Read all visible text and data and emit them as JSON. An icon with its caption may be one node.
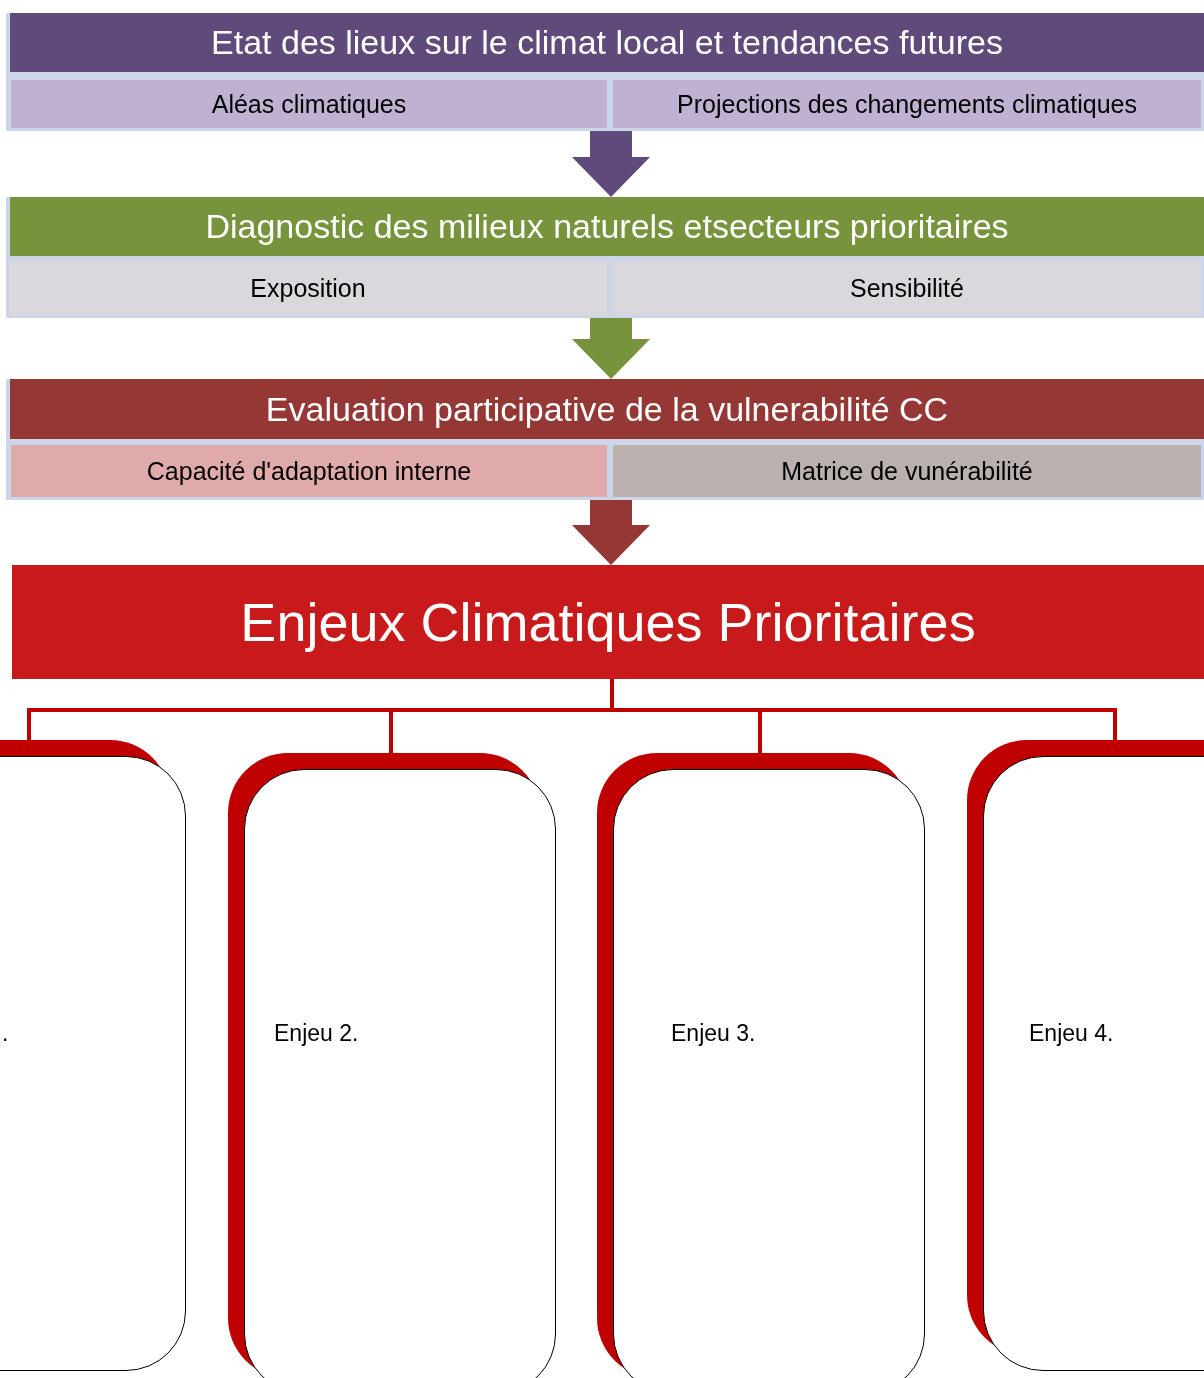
{
  "diagram": {
    "nodes": [
      {
        "text": [
          "Etat des lieux sur le climat local et tendances futures"
        ]
      },
      {
        "text": [
          "Aléas climatiques"
        ],
        "in": 0
      },
      {
        "text": [
          "Projections des changements climatiques"
        ],
        "in": 0
      },
      {
        "text": [
          "Diagnostic des milieux naturels etsecteurs prioritaires"
        ]
      },
      {
        "text": [
          "Exposition"
        ],
        "in": 3
      },
      {
        "text": [
          "Sensibilité"
        ],
        "in": 3
      },
      {
        "text": [
          "Evaluation participative de la vulnerabilité CC"
        ]
      },
      {
        "text": [
          "Capacité d'adaptation interne"
        ],
        "in": 6
      },
      {
        "text": [
          "Matrice de vunérabilité"
        ],
        "in": 6
      },
      {
        "text": [
          "Enjeux Climatiques Prioritaires"
        ]
      },
      {
        "text": [
          "."
        ]
      },
      {
        "text": [
          "Enjeu 2."
        ]
      },
      {
        "text": [
          "Enjeu 3."
        ]
      },
      {
        "text": [
          "Enjeu 4."
        ]
      }
    ],
    "edges": [
      {
        "from": 0,
        "to": 3,
        "arrow": "to",
        "style": "thick",
        "color": "#604a7b"
      },
      {
        "from": 3,
        "to": 6,
        "arrow": "to",
        "style": "thick",
        "color": "#77933c"
      },
      {
        "from": 6,
        "to": 9,
        "arrow": "to",
        "style": "thick",
        "color": "#953735"
      },
      {
        "from": 9,
        "to": 10,
        "arrow": "none"
      },
      {
        "from": 9,
        "to": 11,
        "arrow": "none"
      },
      {
        "from": 9,
        "to": 12,
        "arrow": "none"
      },
      {
        "from": 9,
        "to": 13,
        "arrow": "none"
      }
    ]
  }
}
